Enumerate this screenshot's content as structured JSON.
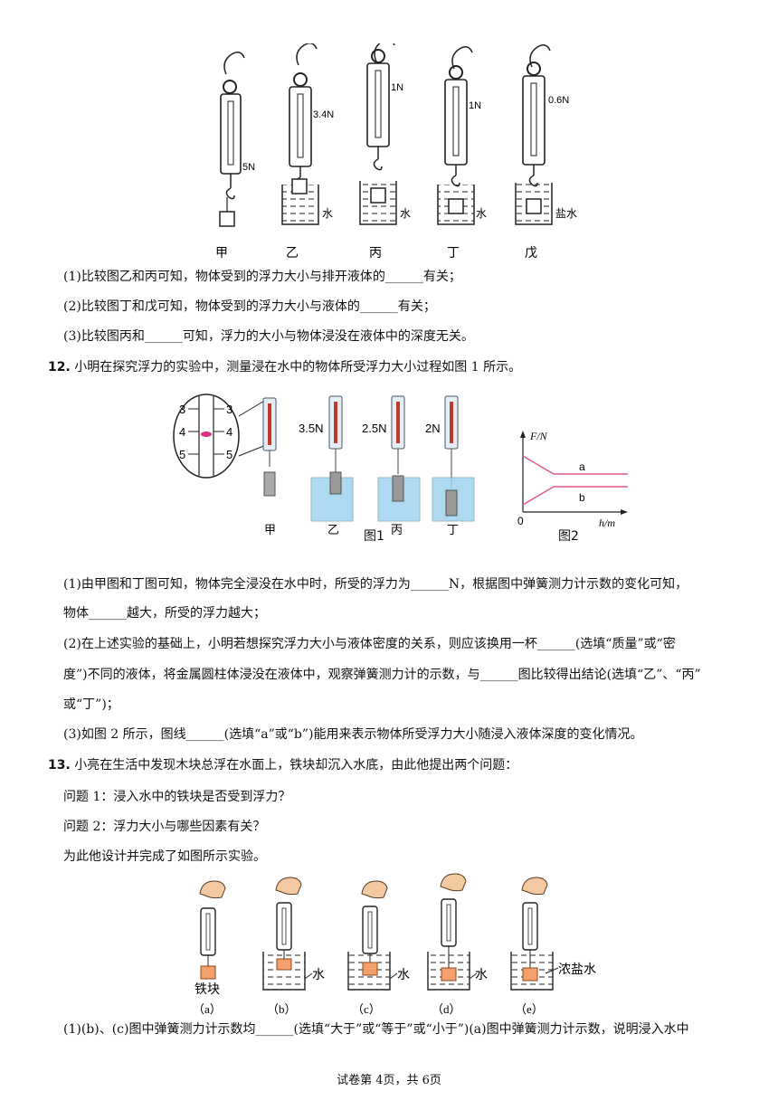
{
  "fig1": {
    "readings": [
      "5N",
      "3.4N",
      "1N",
      "1N",
      "0.6N"
    ],
    "liquids": [
      "水",
      "水",
      "水",
      "盐水"
    ],
    "labels": [
      "甲",
      "乙",
      "丙",
      "丁",
      "戊"
    ]
  },
  "q11": {
    "p1": "(1)比较图乙和丙可知，物体受到的浮力大小与排开液体的______有关；",
    "p2": "(2)比较图丁和戊可知，物体受到的浮力大小与液体的______有关；",
    "p3": "(3)比较图丙和______可知，浮力的大小与物体浸没在液体中的深度无关。"
  },
  "q12": {
    "num": "12.",
    "stem": "小明在探究浮力的实验中，测量浸在水中的物体所受浮力大小过程如图 1 所示。",
    "zoom_ticks": [
      "3",
      "4",
      "5"
    ],
    "readings": [
      "3.5N",
      "2.5N",
      "2N"
    ],
    "labels": [
      "甲",
      "乙",
      "丙",
      "丁"
    ],
    "fig1_caption": "图1",
    "fig2_caption": "图2",
    "graph": {
      "ylabel": "F/N",
      "xlabel": "h/m",
      "origin": "0",
      "line_a": "a",
      "line_b": "b"
    },
    "p1a": "(1)由甲图和丁图可知，物体完全浸没在水中时，所受的浮力为______N，根据图中弹簧测力计示数的变化可知，",
    "p1b": "物体______越大，所受的浮力越大；",
    "p2a": "(2)在上述实验的基础上，小明若想探究浮力大小与液体密度的关系，则应该换用一杯______(选填“质量”或“密",
    "p2b": "度”)不同的液体，将金属圆柱体浸没在液体中，观察弹簧测力计的示数，与______图比较得出结论(选填“乙”、“丙”",
    "p2c": "或“丁”)；",
    "p3": "(3)如图 2 所示，图线______(选填“a”或“b”)能用来表示物体所受浮力大小随浸入液体深度的变化情况。"
  },
  "q13": {
    "num": "13.",
    "stem": "小亮在生活中发现木块总浮在水面上，铁块却沉入水底，由此他提出两个问题：",
    "ask1": "问题 1：浸入水中的铁块是否受到浮力？",
    "ask2": "问题 2：浮力大小与哪些因素有关？",
    "design": "为此他设计并完成了如图所示实验。",
    "block_label": "铁块",
    "liquids": [
      "水",
      "水",
      "水",
      "浓盐水"
    ],
    "labels": [
      "（a）",
      "（b）",
      "（c）",
      "（d）",
      "（e）"
    ],
    "p1": "(1)(b)、(c)图中弹簧测力计示数均______(选填“大于”或“等于”或“小于”)(a)图中弹簧测力计示数，说明浸入水中"
  },
  "footer": "试卷第 4页，共 6页"
}
